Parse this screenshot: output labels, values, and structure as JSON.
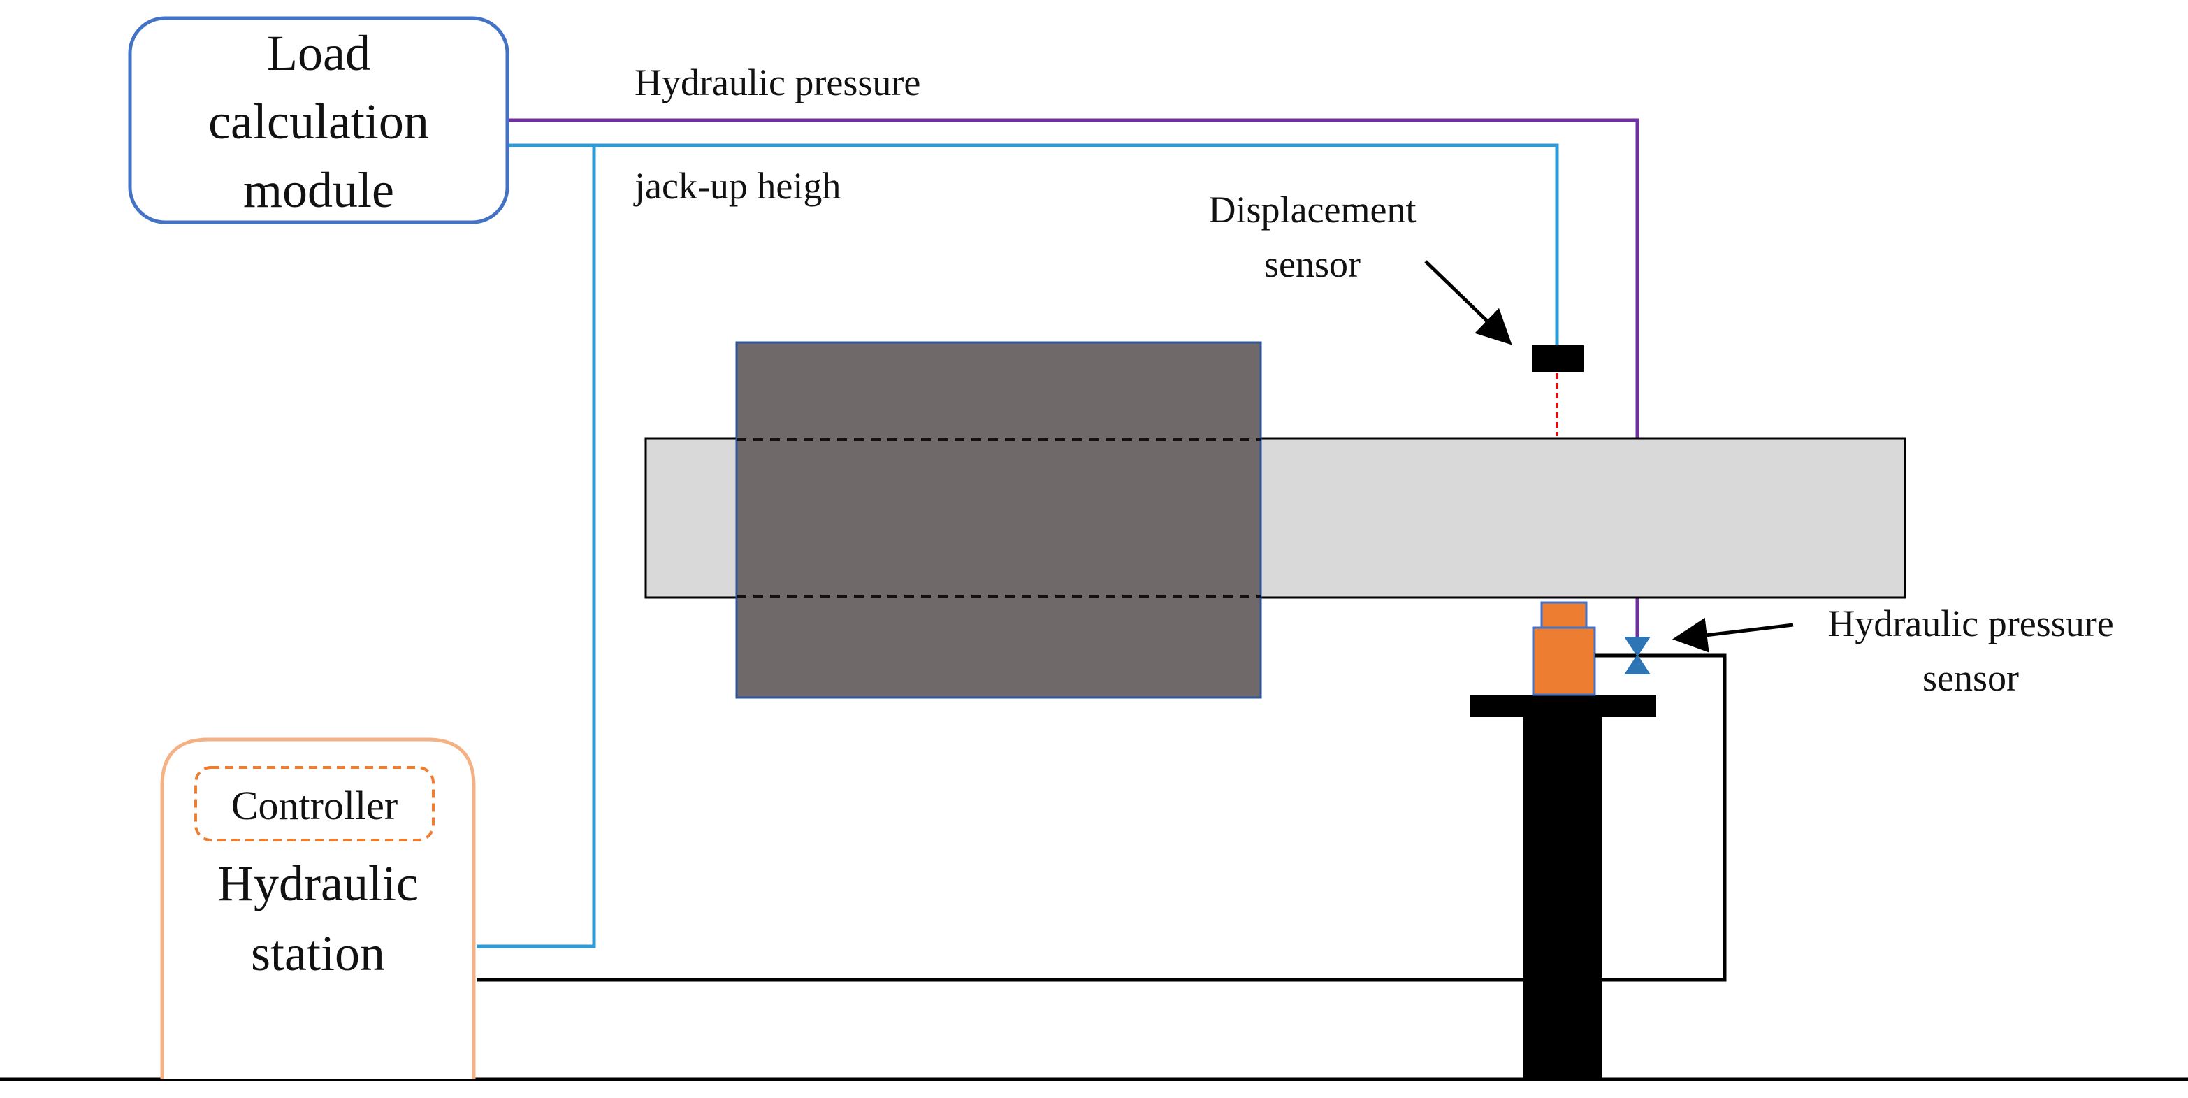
{
  "labels": {
    "load_module": [
      "Load",
      "calculation",
      "module"
    ],
    "hydraulic_pressure": "Hydraulic pressure",
    "jack_up_height": "jack-up heigh",
    "displacement_sensor": [
      "Displacement",
      "sensor"
    ],
    "pressure_sensor": [
      "Hydraulic pressure",
      "sensor"
    ],
    "controller": "Controller",
    "hydraulic_station": [
      "Hydraulic",
      "station"
    ]
  },
  "colors": {
    "module_border": "#4472c4",
    "station_border": "#f4b183",
    "controller_border": "#ed7d31",
    "pressure_line": "#7030a0",
    "height_line": "#2e9bd6",
    "laser_line": "#ff0000",
    "shaft_fill": "#d9d9d9",
    "rotor_fill": "#6f6a69",
    "jack_fill": "#ed7d31",
    "valve_fill": "#2e75b6",
    "black": "#000000"
  }
}
